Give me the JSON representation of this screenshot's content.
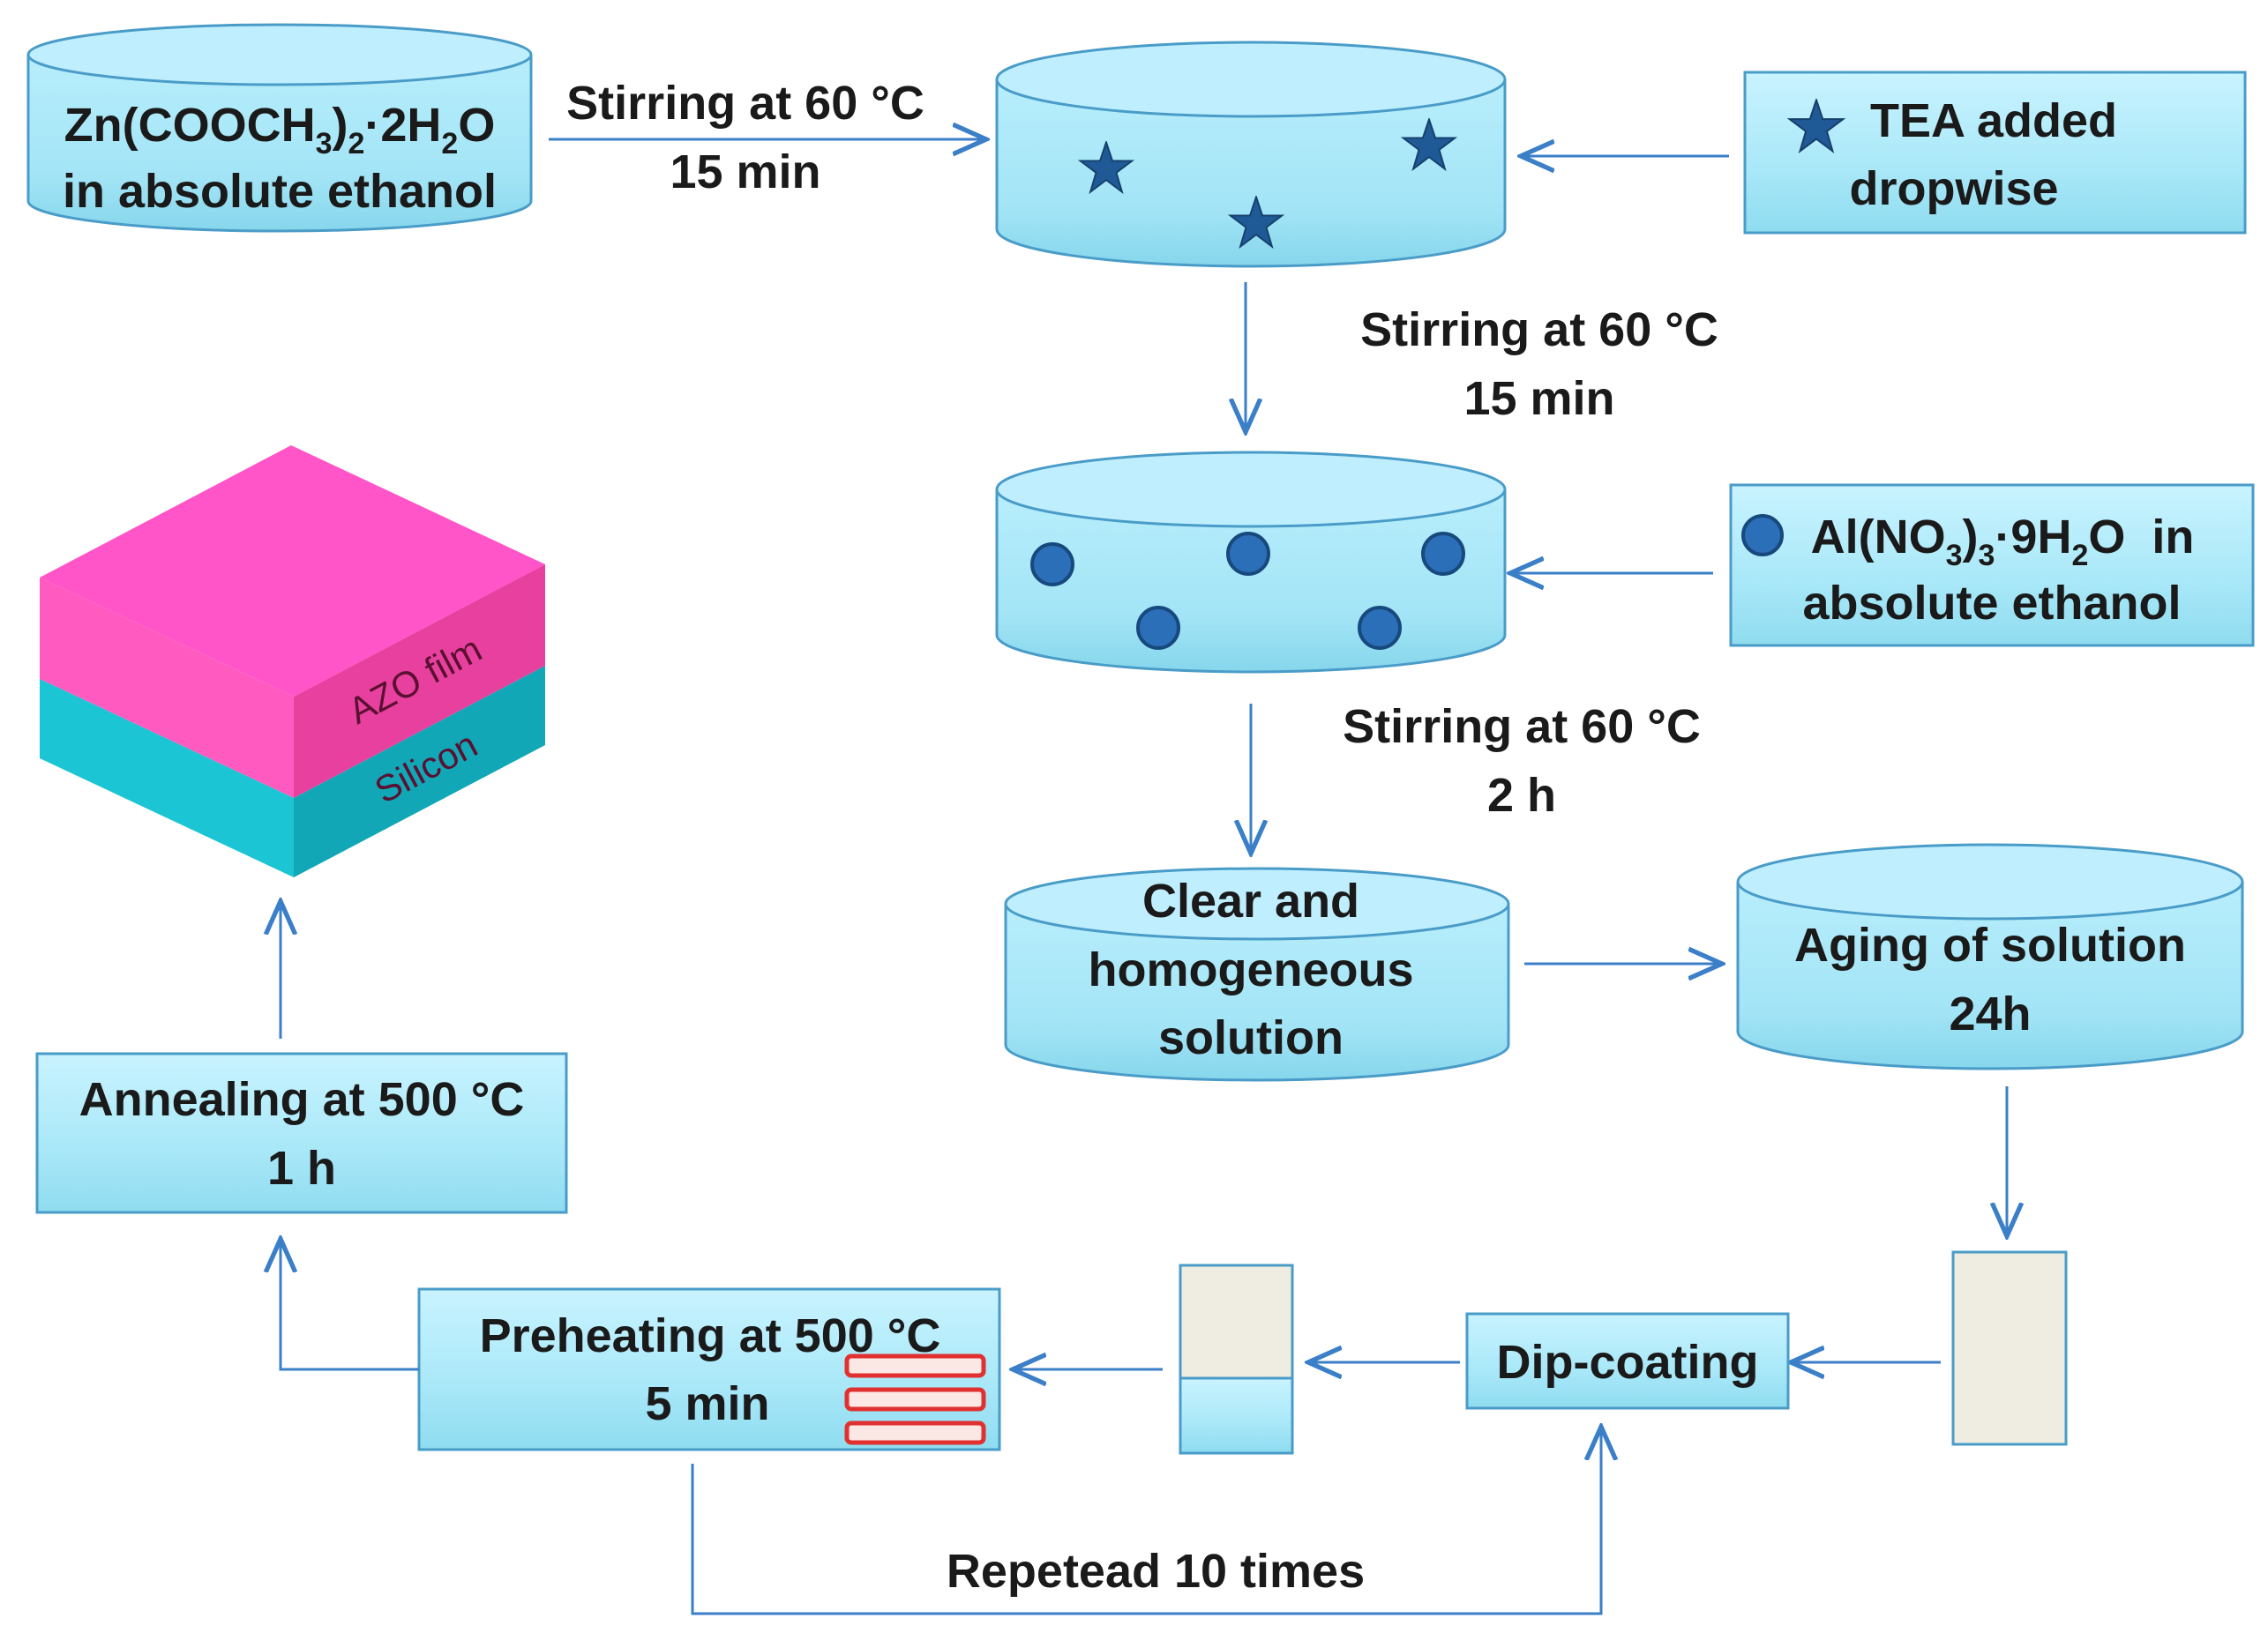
{
  "steps": {
    "zinc_precursor": {
      "line1_main": "Zn(COOCH",
      "line1_sub1": "3",
      "line1_mid": ")",
      "line1_sub2": "2",
      "line1_mid2": "·2H",
      "line1_sub3": "2",
      "line1_end": "O",
      "line2": "in absolute ethanol"
    },
    "tea": {
      "line1": "TEA added",
      "line2": "dropwise"
    },
    "aluminium": {
      "line1_main": "Al(NO",
      "line1_sub1": "3",
      "line1_mid": ")",
      "line1_sub2": "3",
      "line1_mid2": "·9H",
      "line1_sub3": "2",
      "line1_end": "O  in",
      "line2": "absolute ethanol"
    },
    "clear_solution": {
      "line1": "Clear and",
      "line2": "homogeneous",
      "line3": "solution"
    },
    "aging": {
      "line1": "Aging of solution",
      "line2": "24h"
    },
    "dip_coating": "Dip-coating",
    "preheating": {
      "line1": "Preheating at 500 °C",
      "line2": "5 min"
    },
    "annealing": {
      "line1": "Annealing at 500 °C",
      "line2": "1 h"
    }
  },
  "arrows": {
    "stir1": {
      "line1": "Stirring at 60 °C",
      "line2": "15 min"
    },
    "stir2": {
      "line1": "Stirring at 60 °C",
      "line2": "15 min"
    },
    "stir3": {
      "line1": "Stirring at 60 °C",
      "line2": "2 h"
    },
    "repeat": "Repetead 10 times"
  },
  "film_stack": {
    "top_layer": "AZO film",
    "bottom_layer": "Silicon"
  },
  "colors": {
    "box_fill": "#bfefff",
    "box_stroke": "#4a9cc8",
    "arrow": "#3b7fc8",
    "star": "#1f5a96",
    "dot": "#2a6fb8",
    "azo_film": "#ff55c8",
    "silicon": "#1cc5d3",
    "substrate": "#efede2",
    "heater": "#e03030"
  }
}
